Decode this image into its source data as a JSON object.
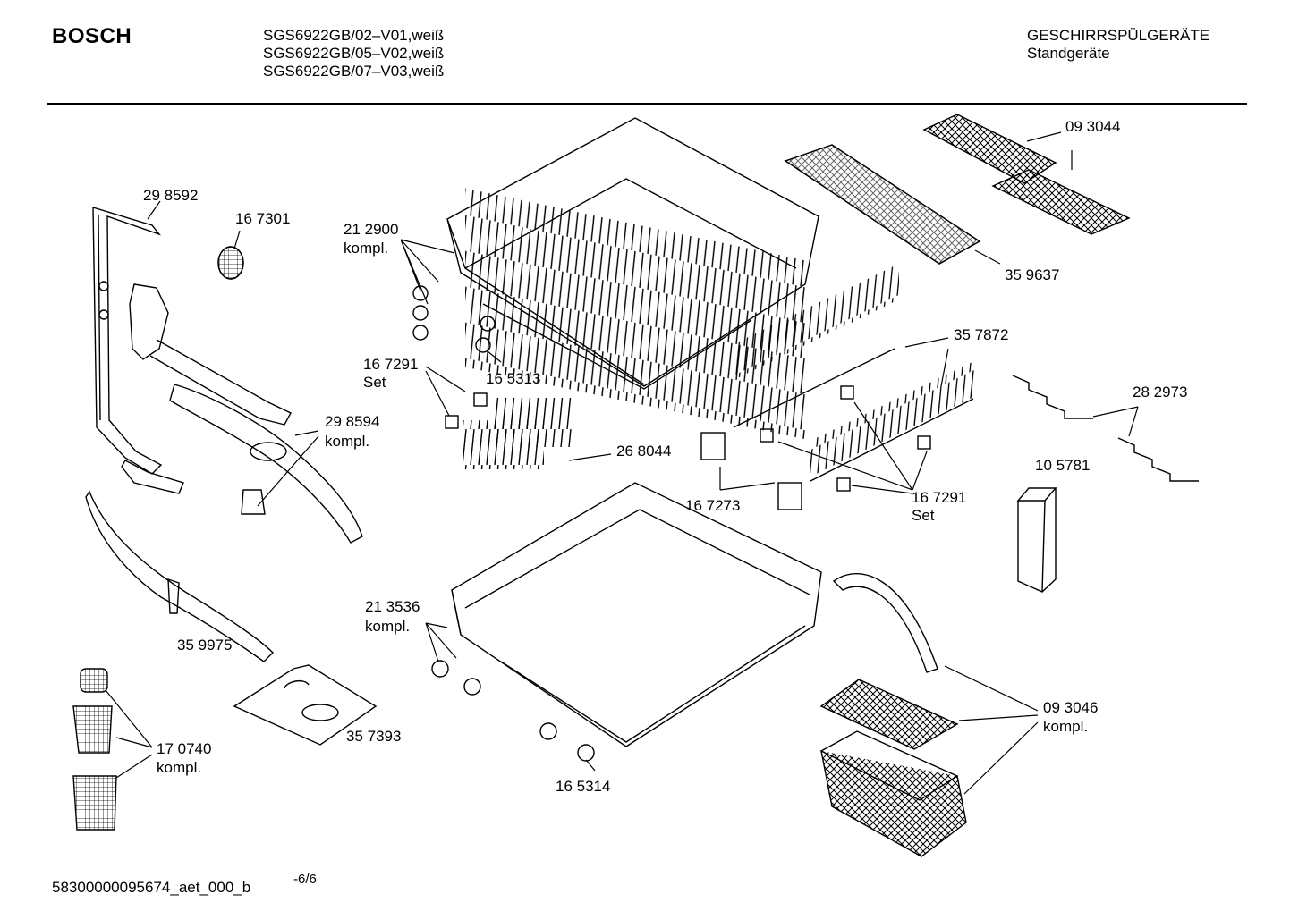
{
  "header": {
    "brand": "BOSCH",
    "models": [
      "SGS6922GB/02–V01,weiß",
      "SGS6922GB/05–V02,weiß",
      "SGS6922GB/07–V03,weiß"
    ],
    "category": "GESCHIRRSPÜLGERÄTE",
    "subcategory": "Standgeräte"
  },
  "parts": [
    {
      "number": "29 8592"
    },
    {
      "number": "16 7301"
    },
    {
      "number": "21 2900",
      "note": "kompl."
    },
    {
      "number": "09 3044"
    },
    {
      "number": "35 9637"
    },
    {
      "number": "35 7872"
    },
    {
      "number": "16 7291",
      "note": "Set"
    },
    {
      "number": "16 5313"
    },
    {
      "number": "28 2973"
    },
    {
      "number": "29 8594",
      "note": "kompl."
    },
    {
      "number": "26 8044"
    },
    {
      "number": "10 5781"
    },
    {
      "number": "16 7273"
    },
    {
      "number": "16 7291",
      "note": "Set"
    },
    {
      "number": "21 3536",
      "note": "kompl."
    },
    {
      "number": "35 9975"
    },
    {
      "number": "09 3046",
      "note": "kompl."
    },
    {
      "number": "35 7393"
    },
    {
      "number": "17 0740",
      "note": "kompl."
    },
    {
      "number": "16 5314"
    }
  ],
  "footer": {
    "doc_id": "58300000095674_aet_000_b",
    "page": "-6/6"
  }
}
